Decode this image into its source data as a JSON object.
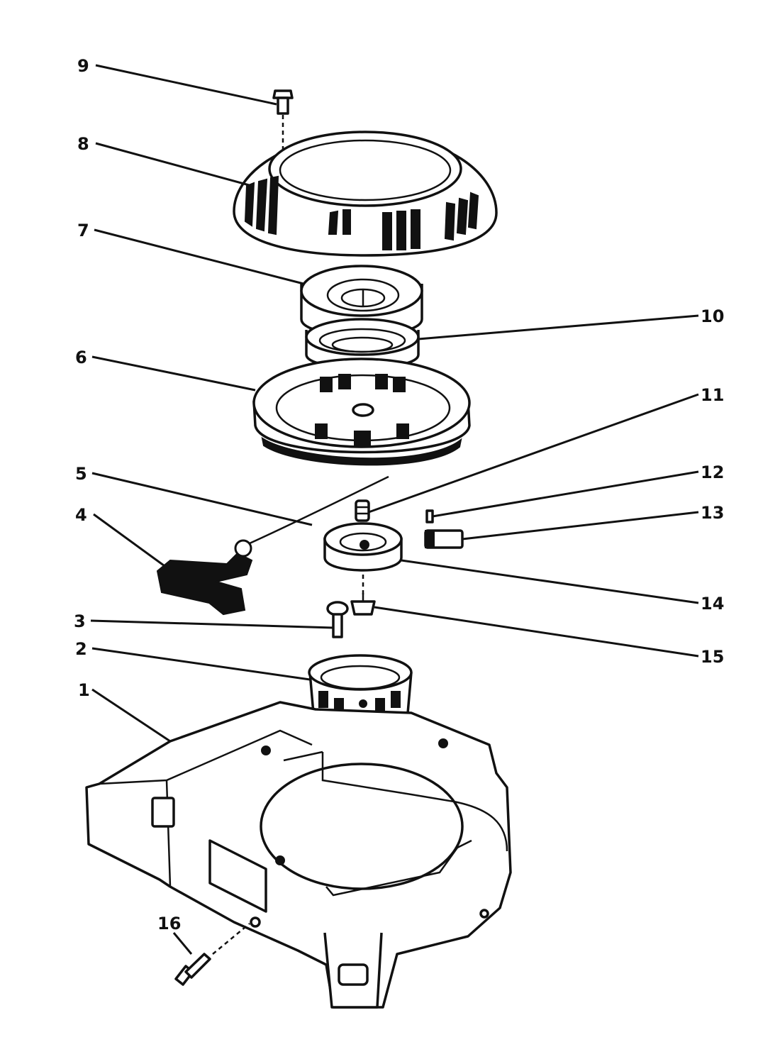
{
  "callouts": [
    {
      "id": "1",
      "part": "housing"
    },
    {
      "id": "2",
      "part": "pulley-cup"
    },
    {
      "id": "3",
      "part": "screw"
    },
    {
      "id": "4",
      "part": "starter-handle"
    },
    {
      "id": "5",
      "part": "starter-rope"
    },
    {
      "id": "6",
      "part": "rope-pulley"
    },
    {
      "id": "7",
      "part": "spring-retainer"
    },
    {
      "id": "8",
      "part": "cover"
    },
    {
      "id": "9",
      "part": "top-screw"
    },
    {
      "id": "10",
      "part": "recoil-spring"
    },
    {
      "id": "11",
      "part": "pawl-spring"
    },
    {
      "id": "12",
      "part": "pin"
    },
    {
      "id": "13",
      "part": "pawl"
    },
    {
      "id": "14",
      "part": "brake-hub"
    },
    {
      "id": "15",
      "part": "center-screw"
    },
    {
      "id": "16",
      "part": "mounting-bolt"
    }
  ]
}
